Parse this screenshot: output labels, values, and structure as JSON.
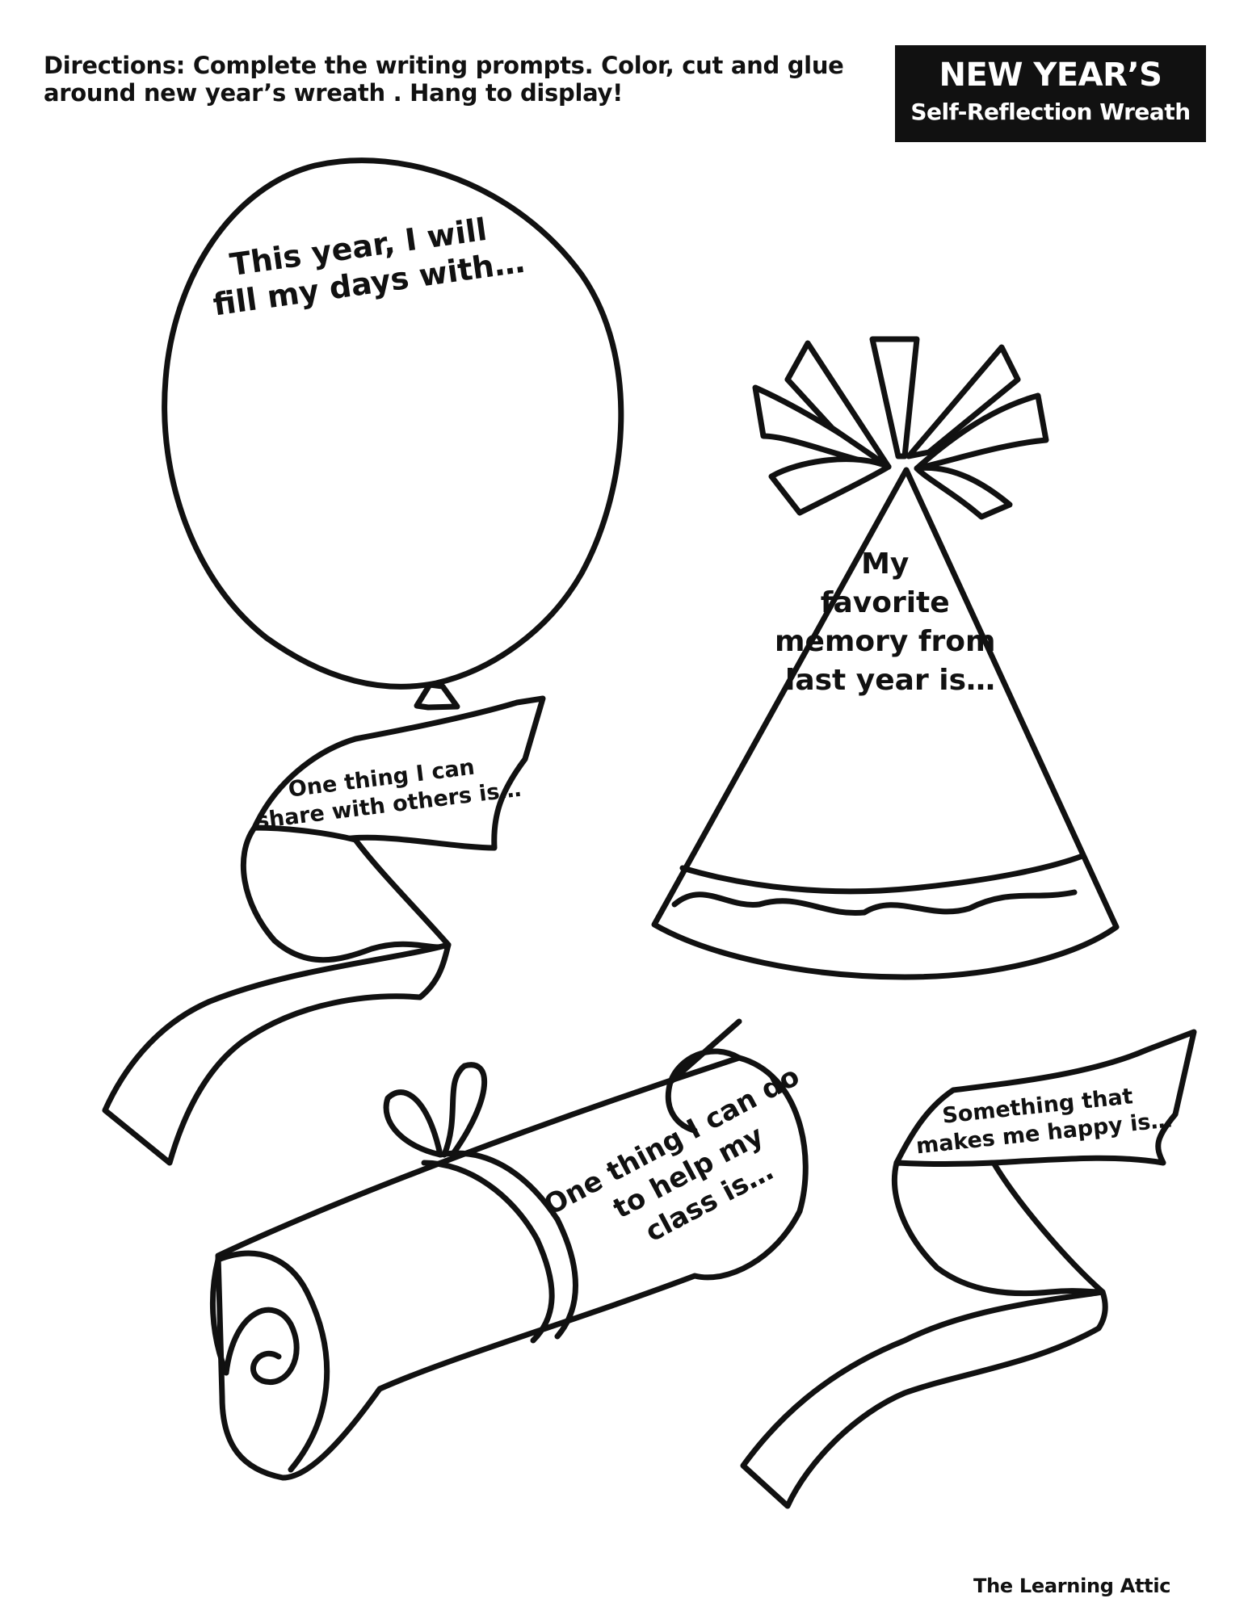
{
  "directions": "Directions: Complete the writing prompts. Color, cut and glue around new year’s wreath . Hang to display!",
  "title": {
    "main": "NEW YEAR’S",
    "sub": "Self-Reflection Wreath"
  },
  "prompts": {
    "balloon": [
      "This year, I will",
      "fill my days with…"
    ],
    "ribbon_left": [
      "One thing I can",
      "share with others is…"
    ],
    "party_hat": [
      "My",
      "favorite",
      "memory from",
      "last year is…"
    ],
    "scroll": [
      "One thing I can do",
      "to help my",
      "class is…"
    ],
    "ribbon_right": [
      "Something that",
      "makes me happy is…"
    ]
  },
  "credit": "The Learning Attic"
}
